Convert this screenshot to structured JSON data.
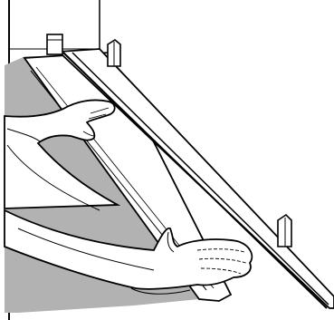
{
  "diagram": {
    "kind": "flooring-installation-illustration",
    "parts": [
      "wall",
      "skirting-board",
      "spacer-wedges",
      "laminate-plank",
      "underlay",
      "hands"
    ],
    "spacer_count": 3,
    "colors": {
      "background": "#ffffff",
      "underlay": "#b2b2b2",
      "line": "#000000",
      "plank": "#ffffff"
    }
  }
}
